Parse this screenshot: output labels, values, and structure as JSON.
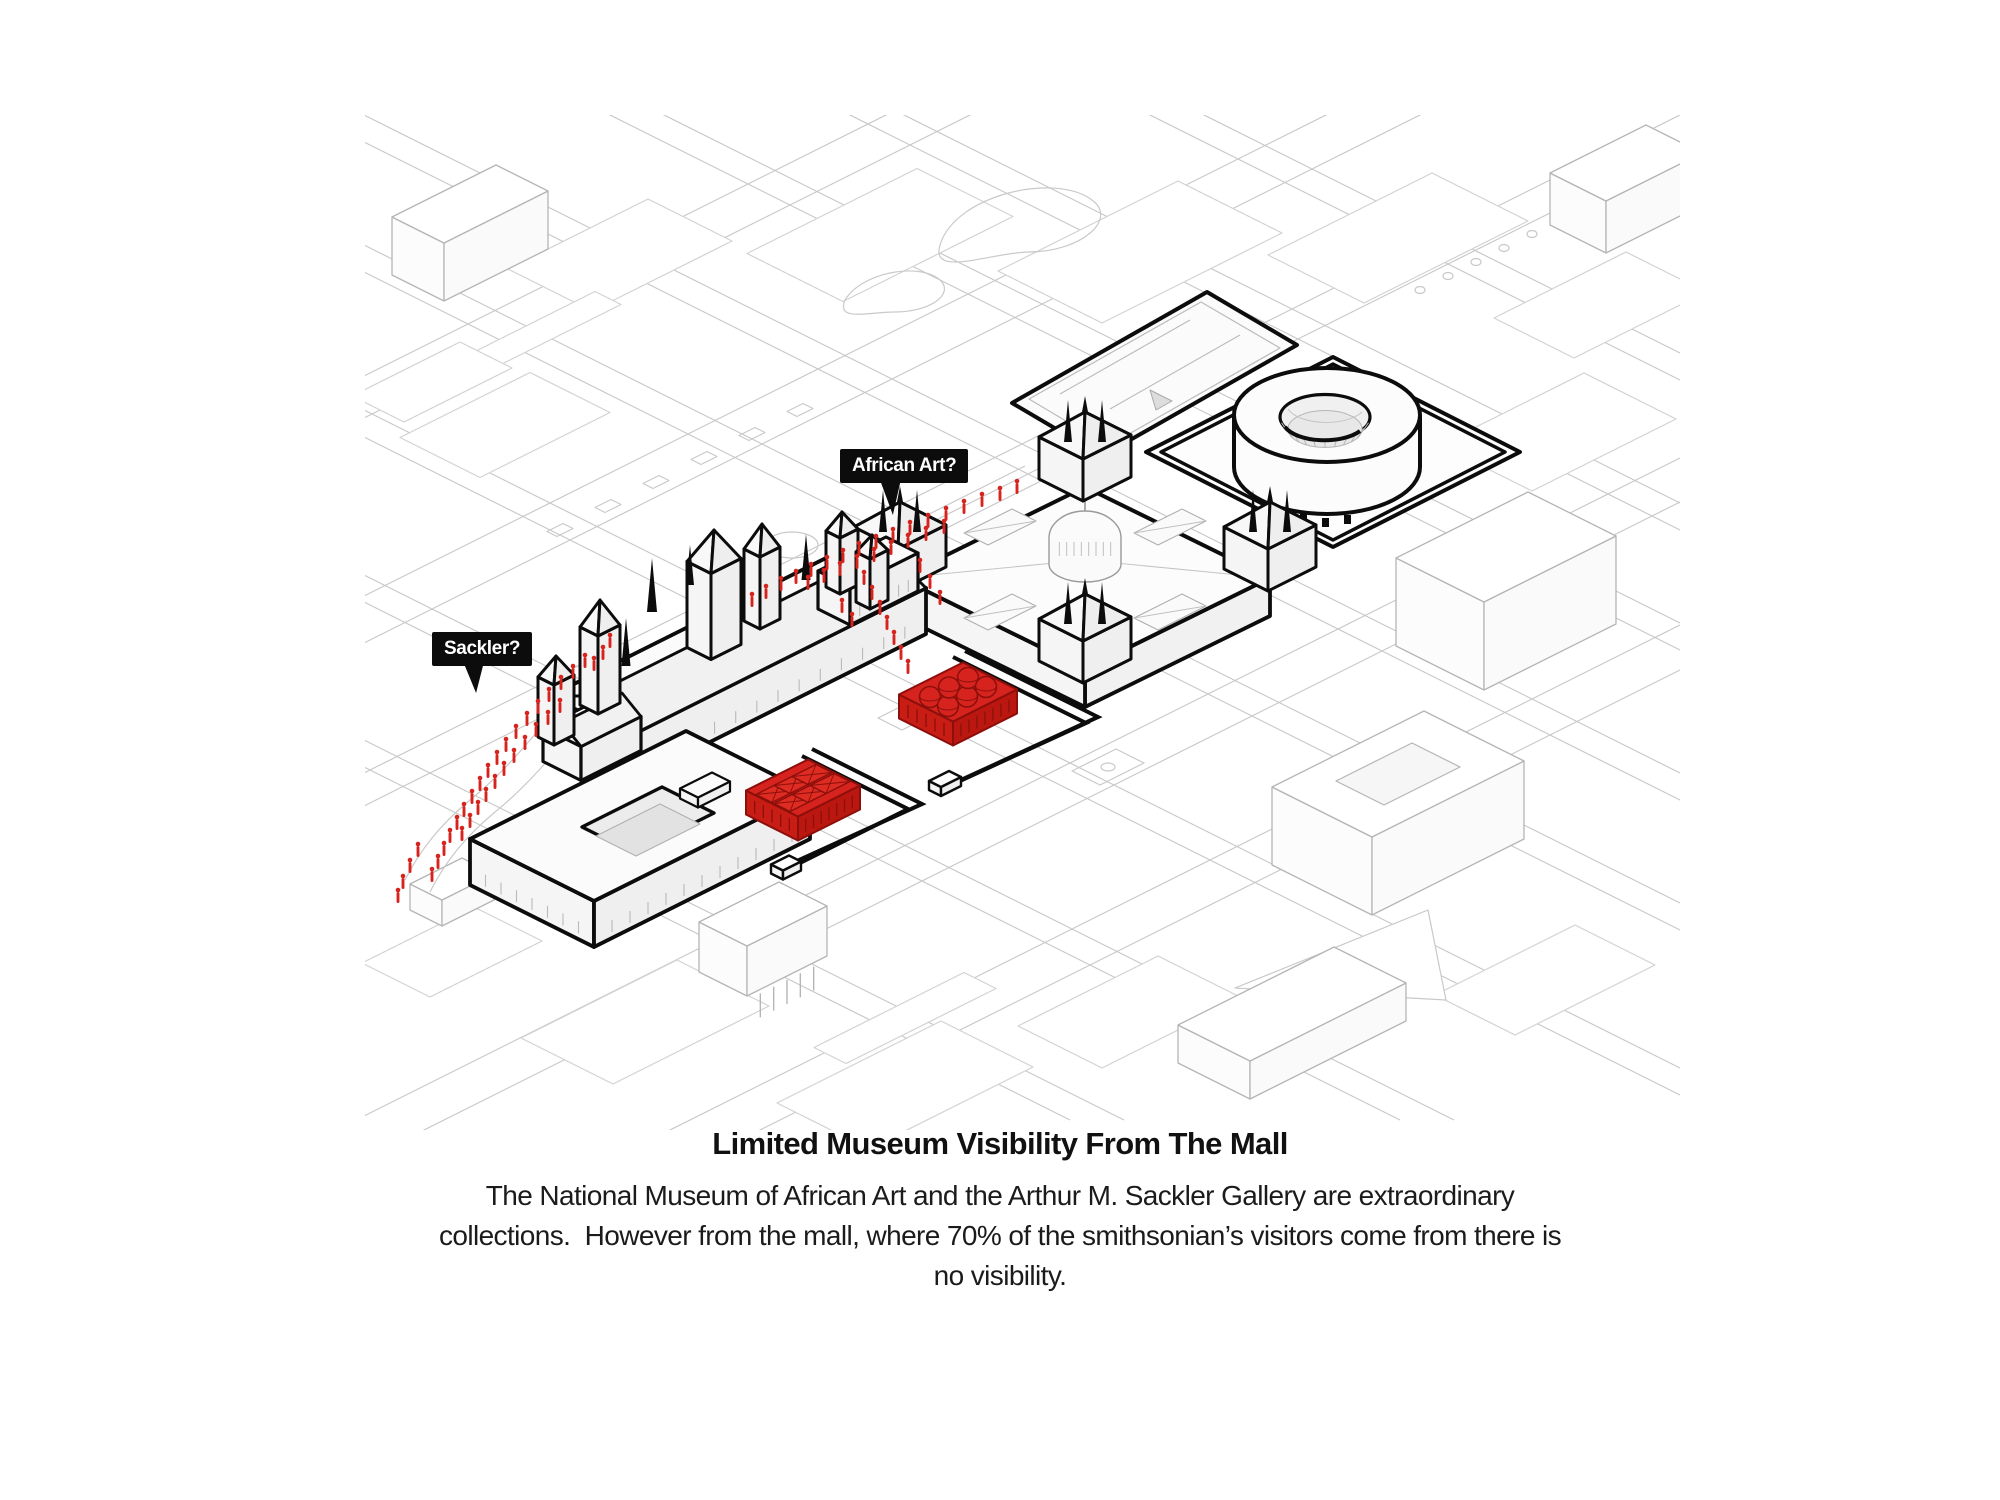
{
  "diagram": {
    "type": "isometric-site-map",
    "callouts": [
      {
        "id": "african-art",
        "label": "African Art?"
      },
      {
        "id": "sackler",
        "label": "Sackler?"
      }
    ],
    "colors": {
      "highlight_red": "#d7231e",
      "highlight_red_dark": "#8c0f0b",
      "outline_black": "#0c0c0c",
      "faint_line": "#c9c9c9",
      "building_fill": "#fbfbfb"
    },
    "icons": [
      {
        "name": "visitor-figure-icon",
        "meaning": "red walking visitor"
      }
    ]
  },
  "caption": {
    "title": "Limited Museum Visibility From The Mall",
    "lines": [
      "The National Museum of African Art and the Arthur M. Sackler Gallery are extraordinary",
      "collections.  However from the mall, where 70% of the smithsonian’s visitors come from there is",
      "no visibility."
    ]
  }
}
